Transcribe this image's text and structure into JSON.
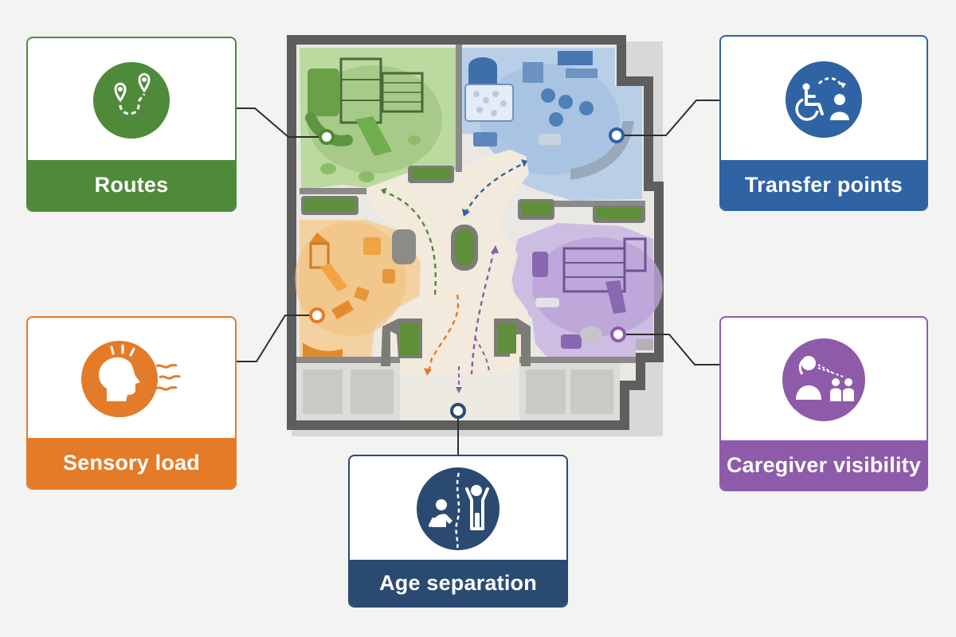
{
  "labels": {
    "routes": "Routes",
    "transfer_points": "Transfer points",
    "sensory_load": "Sensory load",
    "caregiver_visibility": "Caregiver visibility",
    "age_separation": "Age separation"
  },
  "icons": {
    "routes": "route-pin-icon",
    "transfer_points": "wheelchair-transfer-icon",
    "sensory_load": "sensory-head-icon",
    "caregiver_visibility": "caregiver-view-icon",
    "age_separation": "age-separation-icon"
  },
  "colors": {
    "routes": "#4e8a3a",
    "transfer_points": "#2f63a3",
    "sensory_load": "#e47b28",
    "caregiver_visibility": "#8d5ba9",
    "age_separation": "#2b4a72",
    "zone_green": "#b9d79c",
    "zone_blue": "#b7cde6",
    "zone_orange": "#f3cf9c",
    "zone_purple": "#cdbde2",
    "path": "#f1e9dc",
    "wall": "#5b5b5b"
  }
}
